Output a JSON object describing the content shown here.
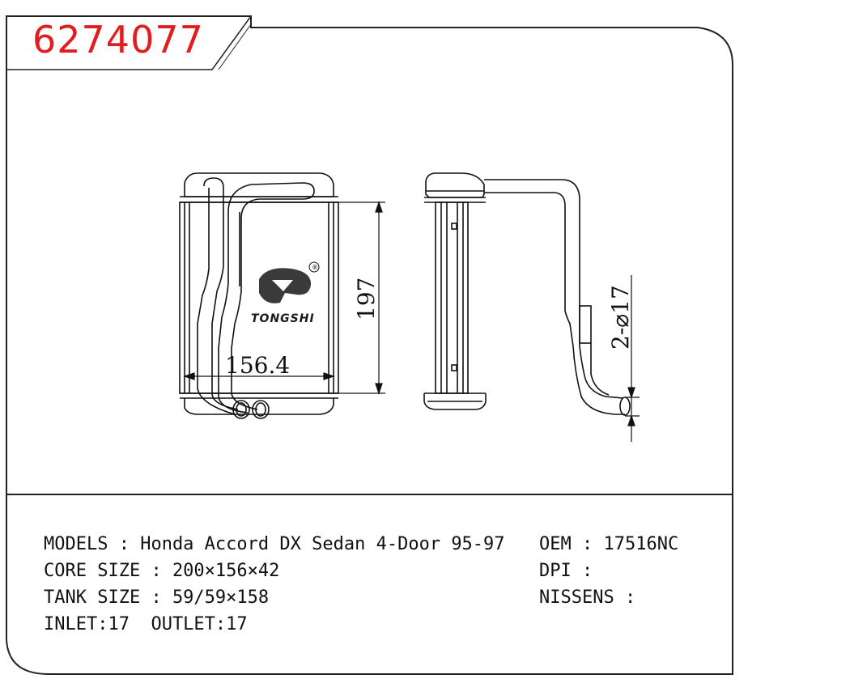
{
  "part_number": "6274077",
  "drawing": {
    "height_dim": "197",
    "width_dim": "156.4",
    "pipe_dim": "2-⌀17",
    "brand": "TONGSHI",
    "registered": "®"
  },
  "specs": {
    "models": "MODELS : Honda Accord DX Sedan 4-Door 95-97",
    "core_size": "CORE SIZE : 200×156×42",
    "tank_size": "TANK SIZE : 59/59×158",
    "inlet_outlet": "INLET:17  OUTLET:17",
    "oem": "OEM : 17516NC",
    "dpi": "DPI :",
    "nissens": "NISSENS :"
  }
}
